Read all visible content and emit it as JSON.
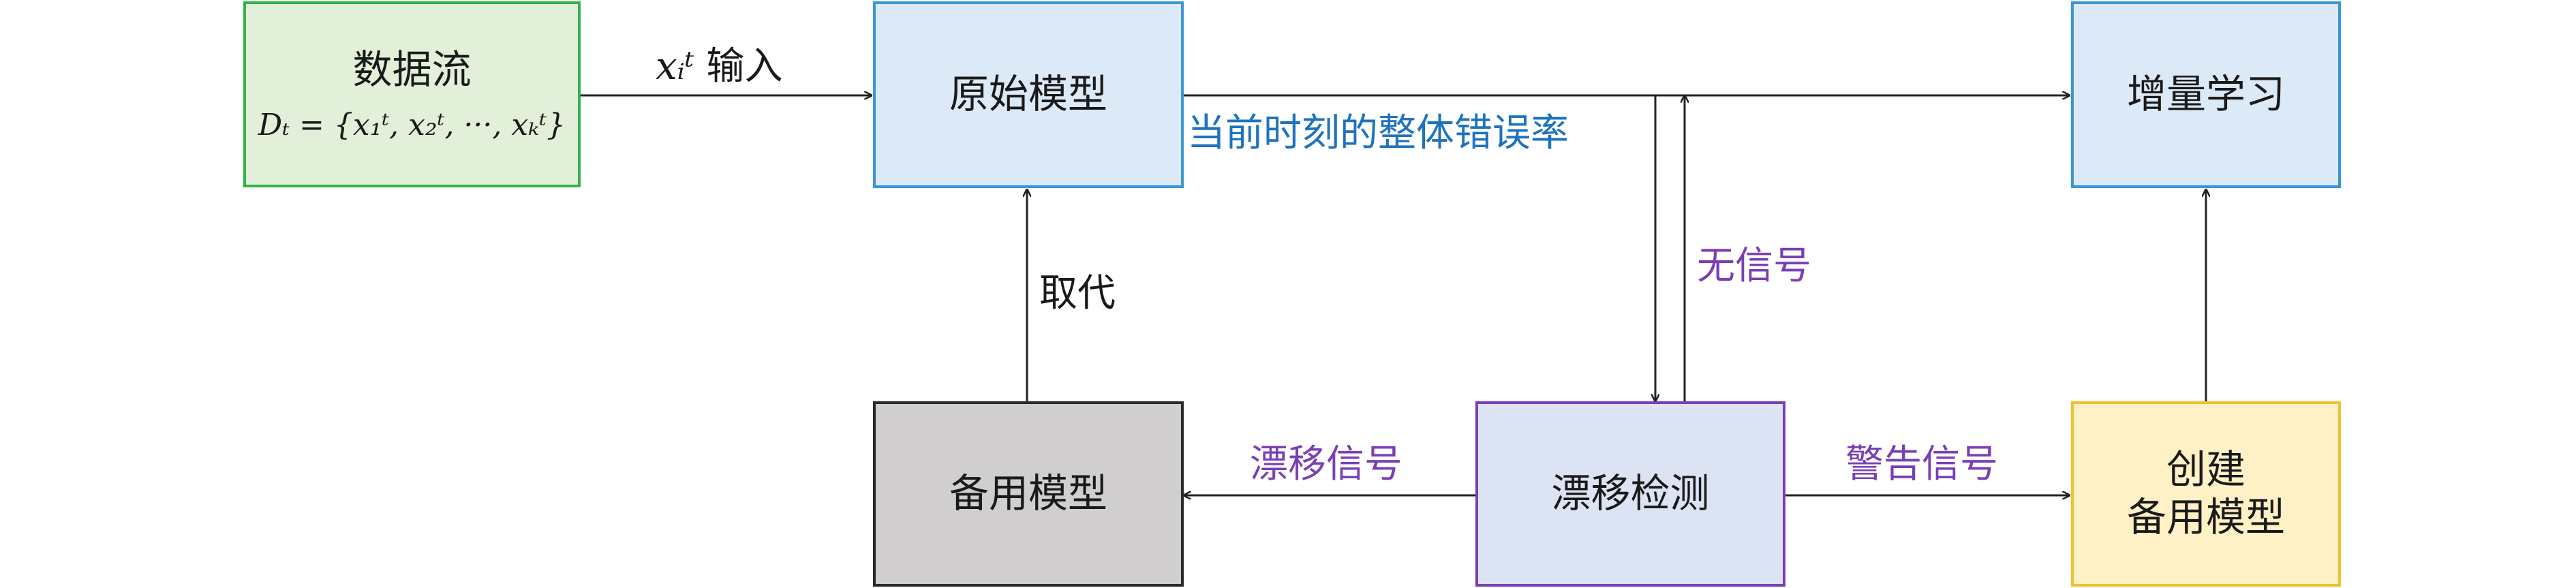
{
  "nodes": {
    "data_stream": {
      "title": "数据流",
      "formula": "Dₜ = {x₁ᵗ, x₂ᵗ, ···, xₖᵗ}",
      "fill": "#e2efd9",
      "border": "#33b24a"
    },
    "original_model": {
      "title": "原始模型",
      "fill": "#dce9f6",
      "border": "#3c96d2"
    },
    "incremental_learning": {
      "title": "增量学习",
      "fill": "#dce9f6",
      "border": "#3c96d2"
    },
    "backup_model": {
      "title": "备用模型",
      "fill": "#d0cece",
      "border": "#2a2a2a"
    },
    "drift_detection": {
      "title": "漂移检测",
      "fill": "#dce3f2",
      "border": "#7a3fb5"
    },
    "create_backup": {
      "title_line1": "创建",
      "title_line2": "备用模型",
      "fill": "#fff1c6",
      "border": "#f0c030"
    }
  },
  "edges": {
    "input_label_var": "xᵢᵗ",
    "input_label_text": "输入",
    "error_rate": "当前时刻的整体错误率",
    "no_signal": "无信号",
    "replace": "取代",
    "drift_signal": "漂移信号",
    "warning_signal": "警告信号"
  },
  "colors": {
    "blue_label": "#1e73be",
    "purple_label": "#7a3fb5",
    "black_label": "#1a1a1a",
    "arrow": "#222222"
  }
}
